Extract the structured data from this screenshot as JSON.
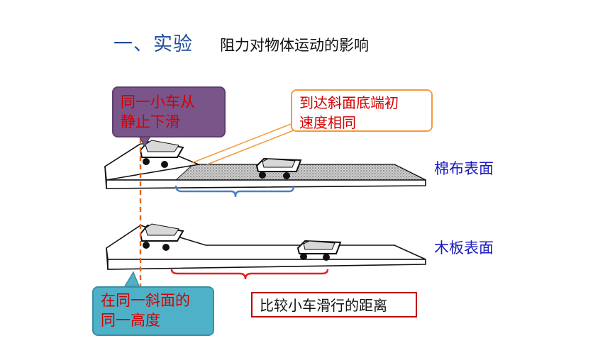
{
  "heading": {
    "section": "一、实验",
    "topic": "阻力对物体运动的影响"
  },
  "callouts": {
    "same_cart": [
      "同一小车从",
      "静止下滑"
    ],
    "same_speed": [
      "到达斜面底端初",
      "速度相同"
    ],
    "same_height": [
      "在同一斜面的",
      "同一高度"
    ],
    "compare_distance": "比较小车滑行的距离"
  },
  "surfaces": {
    "cotton": "棉布表面",
    "wood": "木板表面"
  },
  "colors": {
    "callout_text": "#d40000",
    "purple_fill": "#7a558a",
    "orange_border": "#f39b3c",
    "teal_fill": "#4fb1c7",
    "surface_label": "#1a1ac0",
    "blue_bracket": "#4a7fc4",
    "red_bracket": "#e02020",
    "dashed_line": "#e06a20"
  }
}
